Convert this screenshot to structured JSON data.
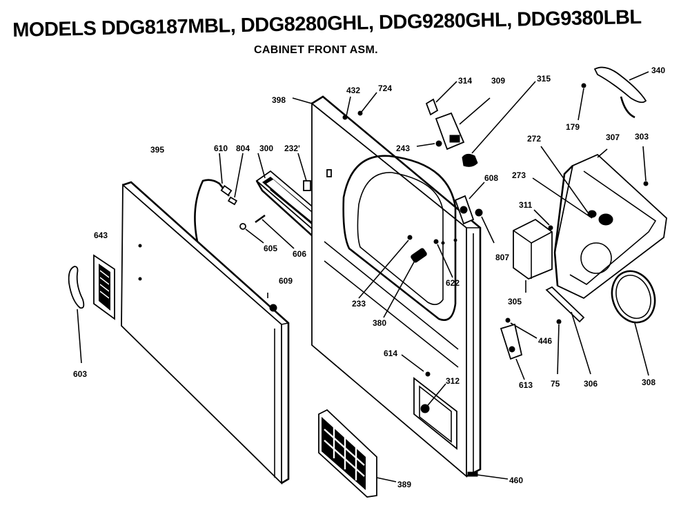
{
  "title": "MODELS DDG8187MBL, DDG8280GHL, DDG9280GHL, DDG9380LBL",
  "subtitle": "CABINET FRONT ASM.",
  "part_labels": {
    "p398": "398",
    "p432": "432",
    "p724": "724",
    "p314": "314",
    "p309": "309",
    "p315": "315",
    "p340": "340",
    "p179": "179",
    "p307": "307",
    "p303": "303",
    "p272": "272",
    "p273": "273",
    "p311": "311",
    "p608": "608",
    "p807": "807",
    "p305": "305",
    "p243": "243",
    "p395": "395",
    "p610": "610",
    "p804": "804",
    "p300": "300",
    "p232": "232'",
    "p605b": "605",
    "p606": "606",
    "p643": "643",
    "p609": "609",
    "p603": "603",
    "p233": "233",
    "p622": "622",
    "p380": "380",
    "p614": "614",
    "p312": "312",
    "p446": "446",
    "p613": "613",
    "p75": "75",
    "p306": "306",
    "p308": "308",
    "p389": "389",
    "p460": "460"
  }
}
